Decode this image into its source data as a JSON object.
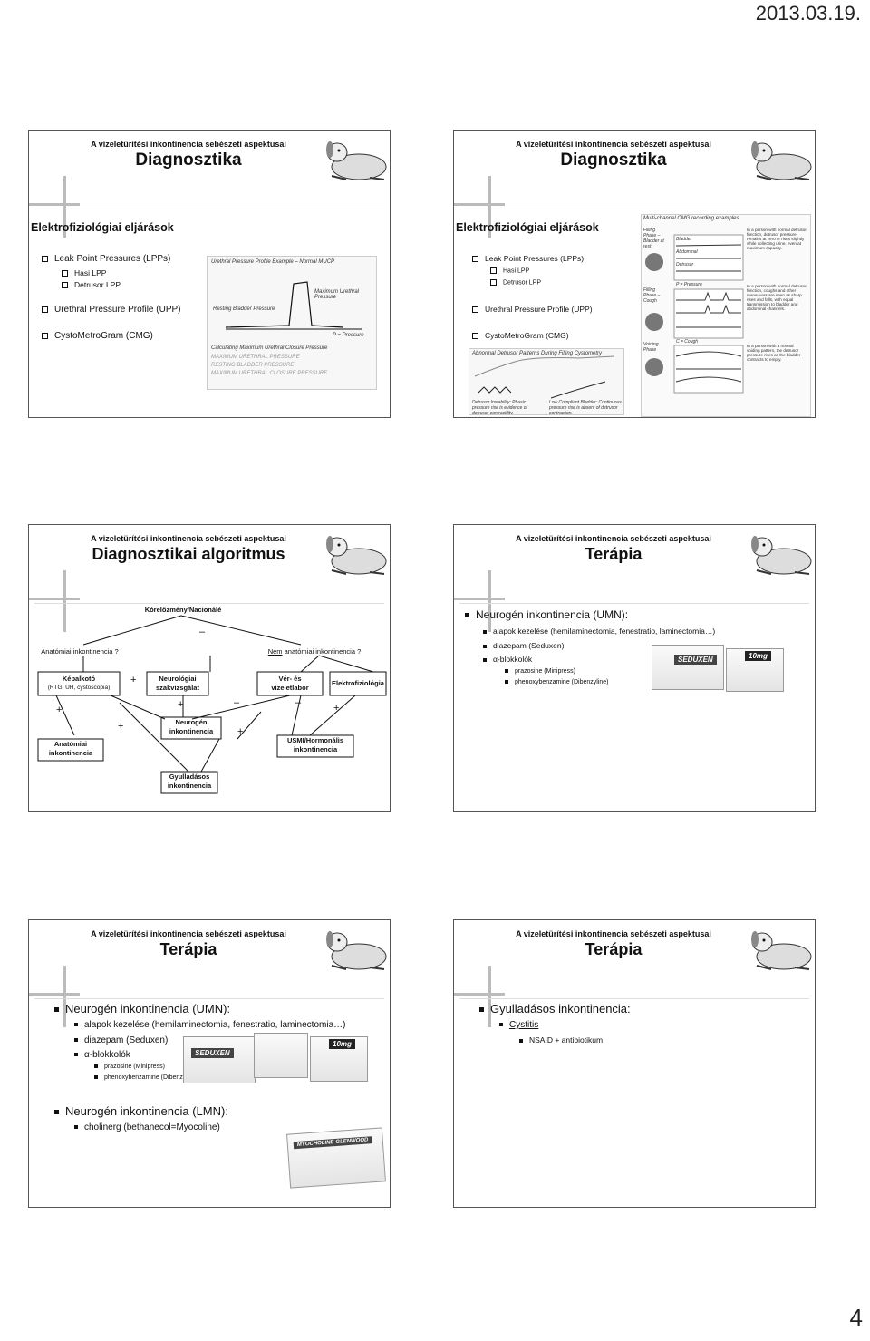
{
  "page": {
    "date": "2013.03.19.",
    "page_number": "4"
  },
  "header_subtitle": "A vizeletürítési inkontinencia sebészeti aspektusai",
  "slides": {
    "s1": {
      "title": "Diagnosztika",
      "section": "Elektrofiziológiai eljárások",
      "items": [
        "Leak Point Pressures (LPPs)",
        "Urethral Pressure Profile (UPP)",
        "CystoMetroGram (CMG)"
      ],
      "subitems": [
        "Hasi LPP",
        "Detrusor LPP"
      ],
      "figure": {
        "title": "Urethral Pressure Profile Example – Normal MUCP",
        "labels": [
          "Resting Bladder Pressure",
          "Maximum Urethral Pressure",
          "P = Pressure",
          "Calculating Maximum Urethral Closure Pressure",
          "MAXIMUM URETHRAL PRESSURE",
          "RESTING BLADDER PRESSURE",
          "MAXIMUM URETHRAL CLOSURE PRESSURE"
        ]
      }
    },
    "s2": {
      "title": "Diagnosztika",
      "section": "Elektrofiziológiai eljárások",
      "items": [
        "Leak Point Pressures (LPPs)",
        "Urethral Pressure Profile (UPP)",
        "CystoMetroGram (CMG)"
      ],
      "subitems": [
        "Hasi LPP",
        "Detrusor LPP"
      ],
      "figure": {
        "title": "Multi-channel CMG recording examples",
        "caption": "Abnormal Detrusor Patterns During Filling Cystometry",
        "labels": [
          "Filling Phase – Bladder at rest",
          "Filling Phase – Cough",
          "Voiding Phase",
          "Bladder",
          "Abdominal",
          "Detrusor",
          "P = Pressure",
          "C = Cough"
        ],
        "notes": [
          "In a person with normal detrusor function, detrusor pressure remains at zero or rises slightly while collecting urine, even at maximum capacity.",
          "In a person with normal detrusor function, coughs and other maneuvers are seen as sharp rises and falls, with equal transmission to bladder and abdominal channels.",
          "In a person with a normal voiding pattern, the detrusor pressure rises as the bladder contracts to empty."
        ],
        "sub_captions": [
          "Detrusor Instability: Phasic pressure rise is evidence of detrusor contractility.",
          "Low Compliant Bladder: Continuous pressure rise is absent of detrusor contraction."
        ]
      }
    },
    "s3": {
      "title": "Diagnosztikai algoritmus",
      "nodes": {
        "top": "Kórelőzmény/Nacionálé",
        "anat_q": "Anatómiai inkontinencia ?",
        "nonanat_q_prefix": "Nem",
        "nonanat_q_rest": " anatómiai inkontinencia ?",
        "kepalkoto": "Képalkotó",
        "kepalkoto_sub": "(RTG, UH, cystoscopia)",
        "neuro_1": "Neurológiai",
        "neuro_2": "szakvizsgálat",
        "ver_1": "Vér- és",
        "ver_2": "vizeletlabor",
        "elektro": "Elektrofiziológia",
        "neurogen_1": "Neurogén",
        "neurogen_2": "inkontinencia",
        "anat_1": "Anatómiai",
        "anat_2": "inkontinencia",
        "usmi_1": "USMI/Hormonális",
        "usmi_2": "inkontinencia",
        "gyull_1": "Gyulladásos",
        "gyull_2": "inkontinencia"
      },
      "plus": "+",
      "minus": "–"
    },
    "s4": {
      "title": "Terápia",
      "section": "Neurogén inkontinencia (UMN):",
      "items": [
        "alapok kezelése (hemilaminectomia, fenestratio, laminectomia…)",
        "diazepam (Seduxen)",
        "α-blokkolók"
      ],
      "subitems": [
        "prazosine (Minipress)",
        "phenoxybenzamine (Dibenzyline)"
      ],
      "drug_labels": [
        "SEDUXEN",
        "10mg"
      ]
    },
    "s5": {
      "title": "Terápia",
      "section": "Neurogén inkontinencia (UMN):",
      "items": [
        "alapok kezelése (hemilaminectomia, fenestratio, laminectomia…)",
        "diazepam (Seduxen)",
        "α-blokkolók"
      ],
      "subitems": [
        "prazosine (Minipress)",
        "phenoxybenzamine (Dibenzyline)"
      ],
      "section2": "Neurogén inkontinencia (LMN):",
      "items2": [
        "cholinerg (bethanecol=Myocoline)"
      ],
      "drug_labels": [
        "SEDUXEN",
        "10mg",
        "MYOCHOLINE-GLENWOOD"
      ]
    },
    "s6": {
      "title": "Terápia",
      "section": "Gyulladásos inkontinencia",
      "section_colon": ":",
      "items": [
        "Cystitis"
      ],
      "subitems": [
        "NSAID + antibiotikum"
      ]
    }
  }
}
